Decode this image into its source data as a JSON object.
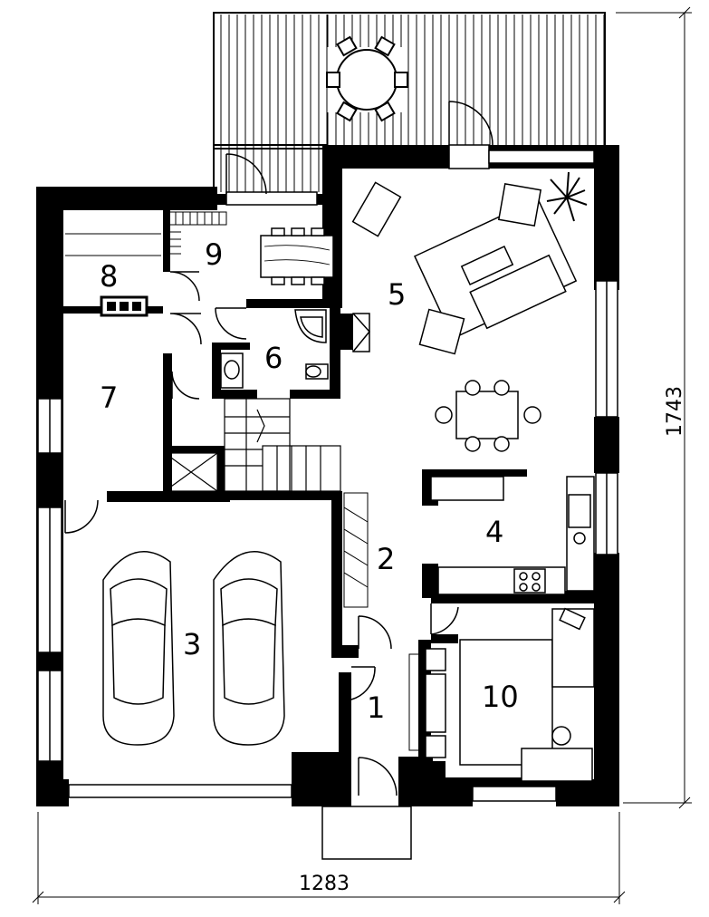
{
  "rooms": [
    {
      "id": "1",
      "label": "1"
    },
    {
      "id": "2",
      "label": "2"
    },
    {
      "id": "3",
      "label": "3"
    },
    {
      "id": "4",
      "label": "4"
    },
    {
      "id": "5",
      "label": "5"
    },
    {
      "id": "6",
      "label": "6"
    },
    {
      "id": "7",
      "label": "7"
    },
    {
      "id": "8",
      "label": "8"
    },
    {
      "id": "9",
      "label": "9"
    },
    {
      "id": "10",
      "label": "10"
    }
  ],
  "dimensions": {
    "width": "1283",
    "height": "1743"
  },
  "colors": {
    "wall": "#000000",
    "background": "#ffffff"
  }
}
